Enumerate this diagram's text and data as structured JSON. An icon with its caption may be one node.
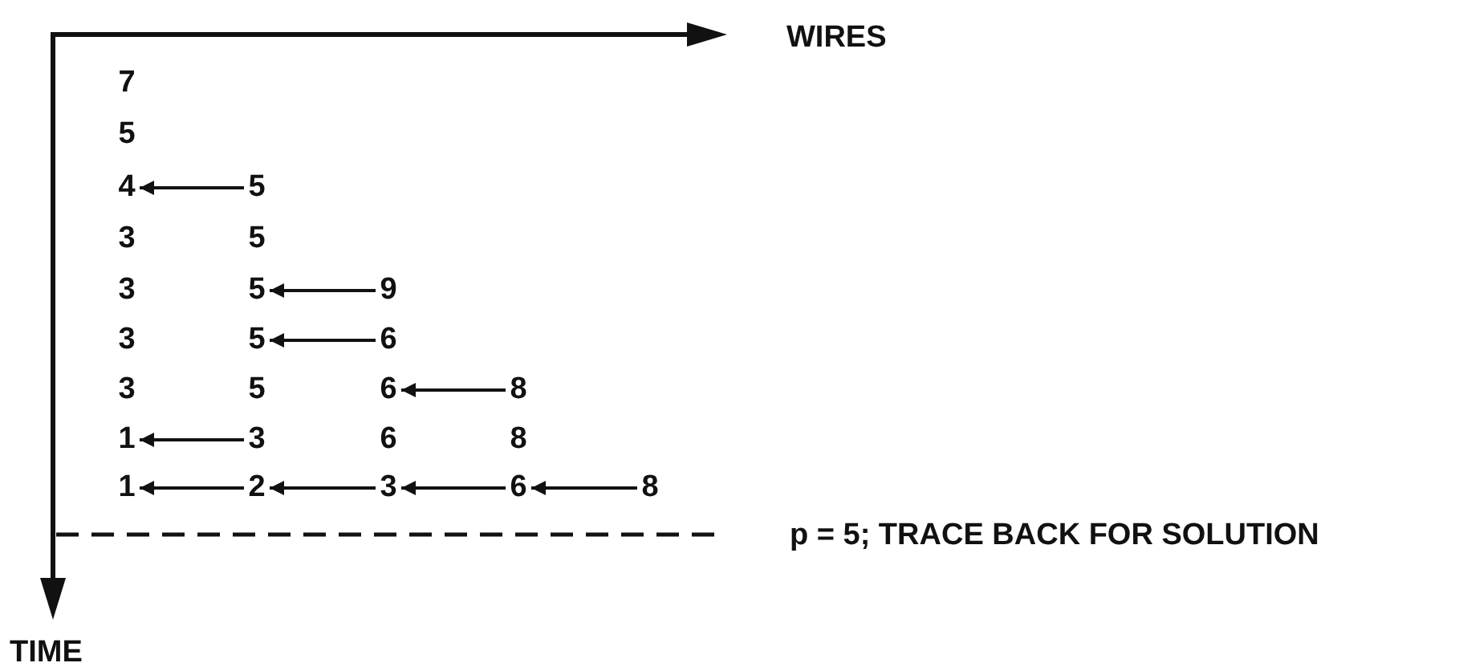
{
  "diagram": {
    "nodes": [
      {
        "text": [
          "4"
        ]
      },
      {
        "text": [
          "5"
        ]
      },
      {
        "text": [
          "5"
        ]
      },
      {
        "text": [
          "9"
        ]
      },
      {
        "text": [
          "5"
        ]
      },
      {
        "text": [
          "6"
        ]
      },
      {
        "text": [
          "6"
        ]
      },
      {
        "text": [
          "8"
        ]
      },
      {
        "text": [
          "1"
        ]
      },
      {
        "text": [
          "3"
        ]
      },
      {
        "text": [
          "1"
        ]
      },
      {
        "text": [
          "2"
        ]
      },
      {
        "text": [
          "3"
        ]
      },
      {
        "text": [
          "6"
        ]
      },
      {
        "text": [
          "8"
        ]
      }
    ],
    "edges": [
      {
        "from": 1,
        "to": 0,
        "arrow": "to"
      },
      {
        "from": 3,
        "to": 2,
        "arrow": "to"
      },
      {
        "from": 5,
        "to": 4,
        "arrow": "to"
      },
      {
        "from": 7,
        "to": 6,
        "arrow": "to"
      },
      {
        "from": 9,
        "to": 8,
        "arrow": "to"
      },
      {
        "from": 14,
        "to": 13,
        "arrow": "to"
      },
      {
        "from": 13,
        "to": 12,
        "arrow": "to"
      },
      {
        "from": 12,
        "to": 11,
        "arrow": "to"
      },
      {
        "from": 11,
        "to": 10,
        "arrow": "to"
      }
    ],
    "labels": [
      "WIRES",
      "7",
      "5",
      "3",
      "5",
      "3",
      "3",
      "3",
      "5",
      "6",
      "8",
      "p = 5; TRACE BACK FOR SOLUTION",
      "TIME"
    ]
  }
}
